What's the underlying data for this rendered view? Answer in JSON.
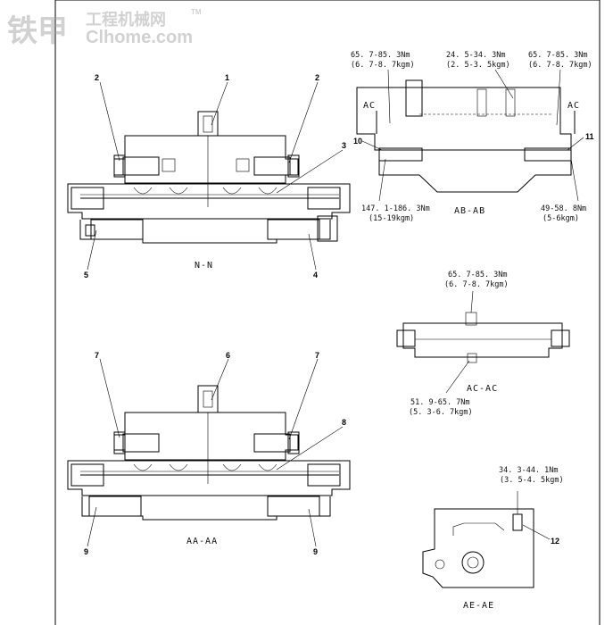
{
  "watermark": {
    "brand_cn": "铁甲",
    "brand_latin": "Clhome.com",
    "tagline_cn": "工程机械网",
    "trademark": "TM"
  },
  "views": {
    "nn": {
      "title": "N-N",
      "callouts": [
        "1",
        "2",
        "2",
        "3",
        "4",
        "5"
      ]
    },
    "aa": {
      "title": "AA-AA",
      "callouts": [
        "6",
        "7",
        "7",
        "8",
        "9",
        "9"
      ]
    },
    "ab": {
      "title": "AB-AB",
      "section_mark": "AC",
      "callouts": [
        "10",
        "11"
      ],
      "torques": [
        {
          "nm": "65. 7-85. 3Nm",
          "kgm": "(6. 7-8. 7kgm)"
        },
        {
          "nm": "24. 5-34. 3Nm",
          "kgm": "(2. 5-3. 5kgm)"
        },
        {
          "nm": "65. 7-85. 3Nm",
          "kgm": "(6. 7-8. 7kgm)"
        },
        {
          "nm": "147. 1-186. 3Nm",
          "kgm": "(15-19kgm)"
        },
        {
          "nm": "49-58. 8Nm",
          "kgm": "(5-6kgm)"
        }
      ]
    },
    "ac": {
      "title": "AC-AC",
      "torques": [
        {
          "nm": "65. 7-85. 3Nm",
          "kgm": "(6. 7-8. 7kgm)"
        },
        {
          "nm": "51. 9-65. 7Nm",
          "kgm": "(5. 3-6. 7kgm)"
        }
      ]
    },
    "ae": {
      "title": "AE-AE",
      "callouts": [
        "12"
      ],
      "torques": [
        {
          "nm": "34. 3-44. 1Nm",
          "kgm": "(3. 5-4. 5kgm)"
        }
      ]
    }
  }
}
